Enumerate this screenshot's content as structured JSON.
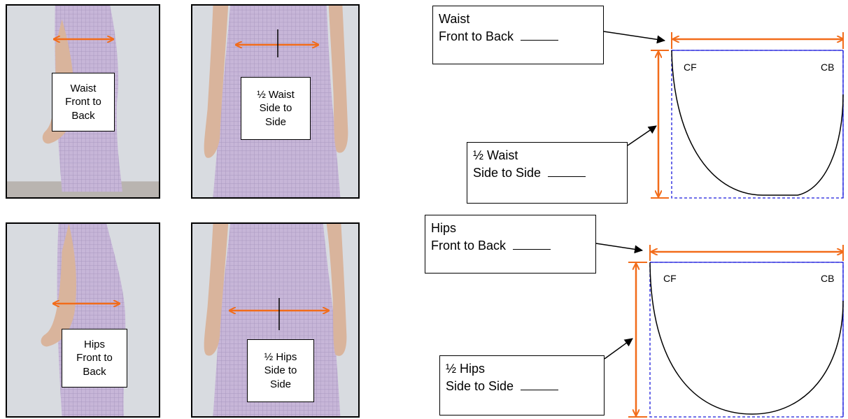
{
  "photos": [
    {
      "label_lines": [
        "Waist",
        "Front to",
        "Back"
      ],
      "view": "side"
    },
    {
      "label_lines": [
        "½ Waist",
        "Side to",
        "Side"
      ],
      "view": "front"
    },
    {
      "label_lines": [
        "Hips",
        "Front to",
        "Back"
      ],
      "view": "side"
    },
    {
      "label_lines": [
        "½ Hips",
        "Side to",
        "Side"
      ],
      "view": "front"
    }
  ],
  "diagrams": [
    {
      "front_back_box": {
        "line1": "Waist",
        "line2": "Front to Back"
      },
      "side_box": {
        "line1": "½ Waist",
        "line2": "Side to Side"
      },
      "cf_label": "CF",
      "cb_label": "CB"
    },
    {
      "front_back_box": {
        "line1": "Hips",
        "line2": "Front to Back"
      },
      "side_box": {
        "line1": "½ Hips",
        "line2": "Side to Side"
      },
      "cf_label": "CF",
      "cb_label": "CB"
    }
  ],
  "colors": {
    "arrow": "#f26c1a",
    "dress": "#c7b6d8",
    "skin": "#d9b49c",
    "background_wall": "#d8dbe0",
    "dashed_rect": "#1a1adc"
  }
}
